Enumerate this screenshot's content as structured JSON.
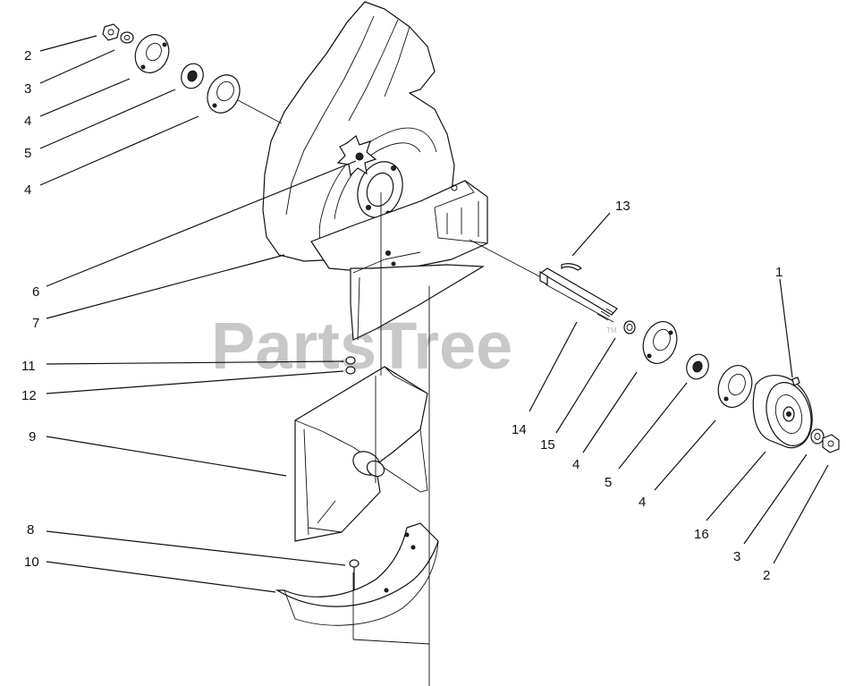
{
  "watermark": {
    "text": "PartsTree",
    "trademark": "TM"
  },
  "callouts": [
    {
      "id": "c-2a",
      "label": "2"
    },
    {
      "id": "c-3a",
      "label": "3"
    },
    {
      "id": "c-4a",
      "label": "4"
    },
    {
      "id": "c-5a",
      "label": "5"
    },
    {
      "id": "c-4b",
      "label": "4"
    },
    {
      "id": "c-6",
      "label": "6"
    },
    {
      "id": "c-7",
      "label": "7"
    },
    {
      "id": "c-11",
      "label": "11"
    },
    {
      "id": "c-12",
      "label": "12"
    },
    {
      "id": "c-9",
      "label": "9"
    },
    {
      "id": "c-8",
      "label": "8"
    },
    {
      "id": "c-10",
      "label": "10"
    },
    {
      "id": "c-13",
      "label": "13"
    },
    {
      "id": "c-1",
      "label": "1"
    },
    {
      "id": "c-14",
      "label": "14"
    },
    {
      "id": "c-15",
      "label": "15"
    },
    {
      "id": "c-4c",
      "label": "4"
    },
    {
      "id": "c-5b",
      "label": "5"
    },
    {
      "id": "c-4d",
      "label": "4"
    },
    {
      "id": "c-16",
      "label": "16"
    },
    {
      "id": "c-3b",
      "label": "3"
    },
    {
      "id": "c-2b",
      "label": "2"
    }
  ]
}
